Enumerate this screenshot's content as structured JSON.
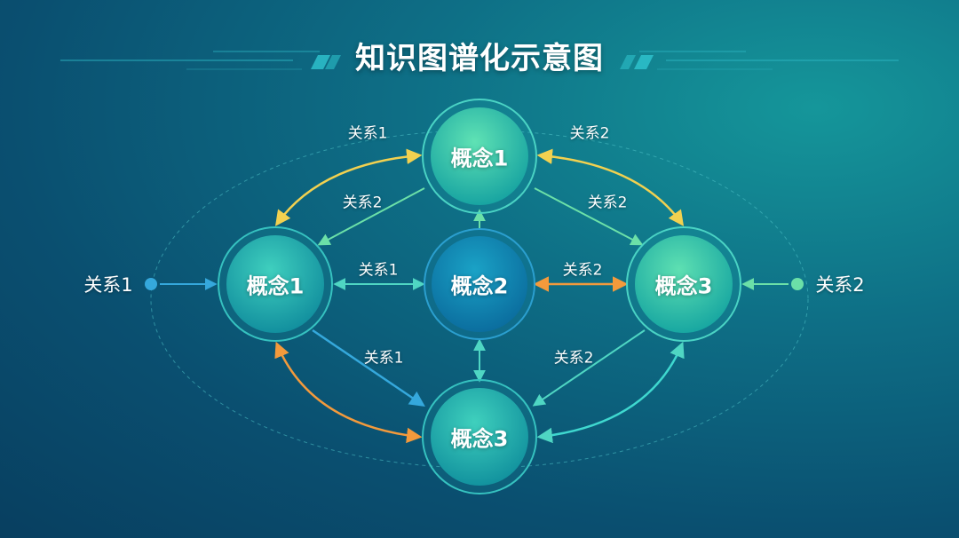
{
  "title": "知识图谱化示意图",
  "nodes": {
    "top": "概念1",
    "left": "概念1",
    "center": "概念2",
    "right": "概念3",
    "bottom": "概念3"
  },
  "edge_labels": {
    "top_left_outer": "关系1",
    "top_right_outer": "关系2",
    "top_to_left": "关系2",
    "top_to_right": "关系2",
    "left_center": "关系1",
    "center_right": "关系2",
    "left_to_bottom": "关系1",
    "right_to_bottom": "关系2",
    "side_left": "关系1",
    "side_right": "关系2"
  },
  "colors": {
    "yellow": "#f2d150",
    "orange": "#f39a3c",
    "cyan": "#4fd6c3",
    "blue": "#35a8dc",
    "green": "#6be0a8"
  }
}
